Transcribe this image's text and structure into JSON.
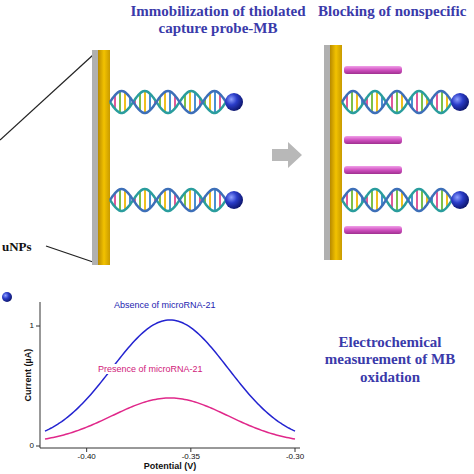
{
  "diagram": {
    "labels": [
      "Immobilization of thiolated capture probe-MB",
      "Blocking of nonspecific",
      "uNPs",
      "Absence of microRNA-21",
      "Presence of microRNA-21",
      "Electrochemical measurement of MB oxidation",
      "Current (µA)",
      "Potential (V)",
      "-0.40",
      "-0.35",
      "-0.30",
      "0",
      "1"
    ]
  }
}
